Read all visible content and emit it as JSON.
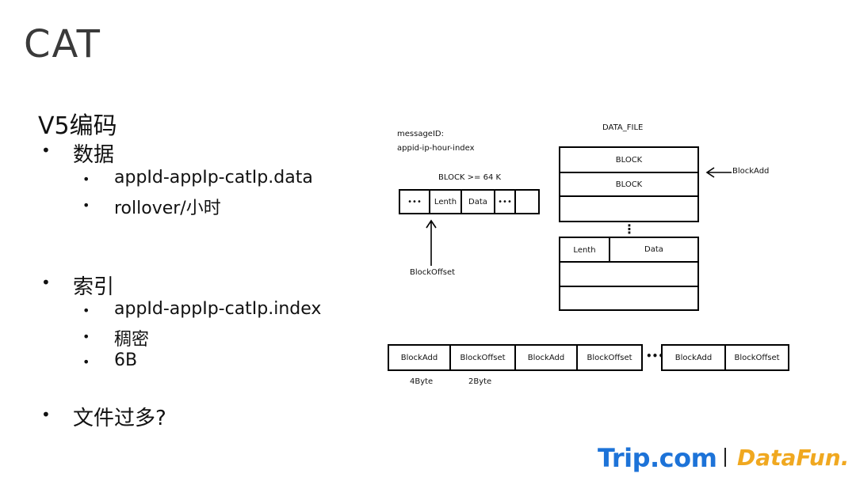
{
  "slide": {
    "title": "CAT",
    "subtitle": "V5编码",
    "bullet_char": "•",
    "section1": {
      "label": "数据",
      "items": [
        "appId-appIp-catIp.data",
        "rollover/小时"
      ]
    },
    "section2": {
      "label": "索引",
      "items": [
        "appId-appIp-catIp.index",
        "稠密",
        "6B"
      ]
    },
    "section3": {
      "label": "文件过多?"
    }
  },
  "diagram": {
    "message_id_label": "messageID:",
    "message_id_format": "appid-ip-hour-index",
    "block_size_label": "BLOCK >=  64 K",
    "message_cells": [
      "•••",
      "Lenth",
      "Data",
      "•••"
    ],
    "block_offset_label": "BlockOffset",
    "data_file_label": "DATA_FILE",
    "block_row_1": "BLOCK",
    "block_row_2": "BLOCK",
    "block_add_label": "BlockAdd",
    "vertical_ellipsis": "⋮",
    "lower_cells": [
      "Lenth",
      "Data"
    ],
    "index_cells": [
      "BlockAdd",
      "BlockOffset",
      "BlockAdd",
      "BlockOffset",
      "BlockAdd",
      "BlockOffset"
    ],
    "index_ellipsis": "•••",
    "size_label_1": "4Byte",
    "size_label_2": "2Byte"
  },
  "footer": {
    "logo_trip": "Trip.com",
    "logo_datafun": "DataFun."
  }
}
